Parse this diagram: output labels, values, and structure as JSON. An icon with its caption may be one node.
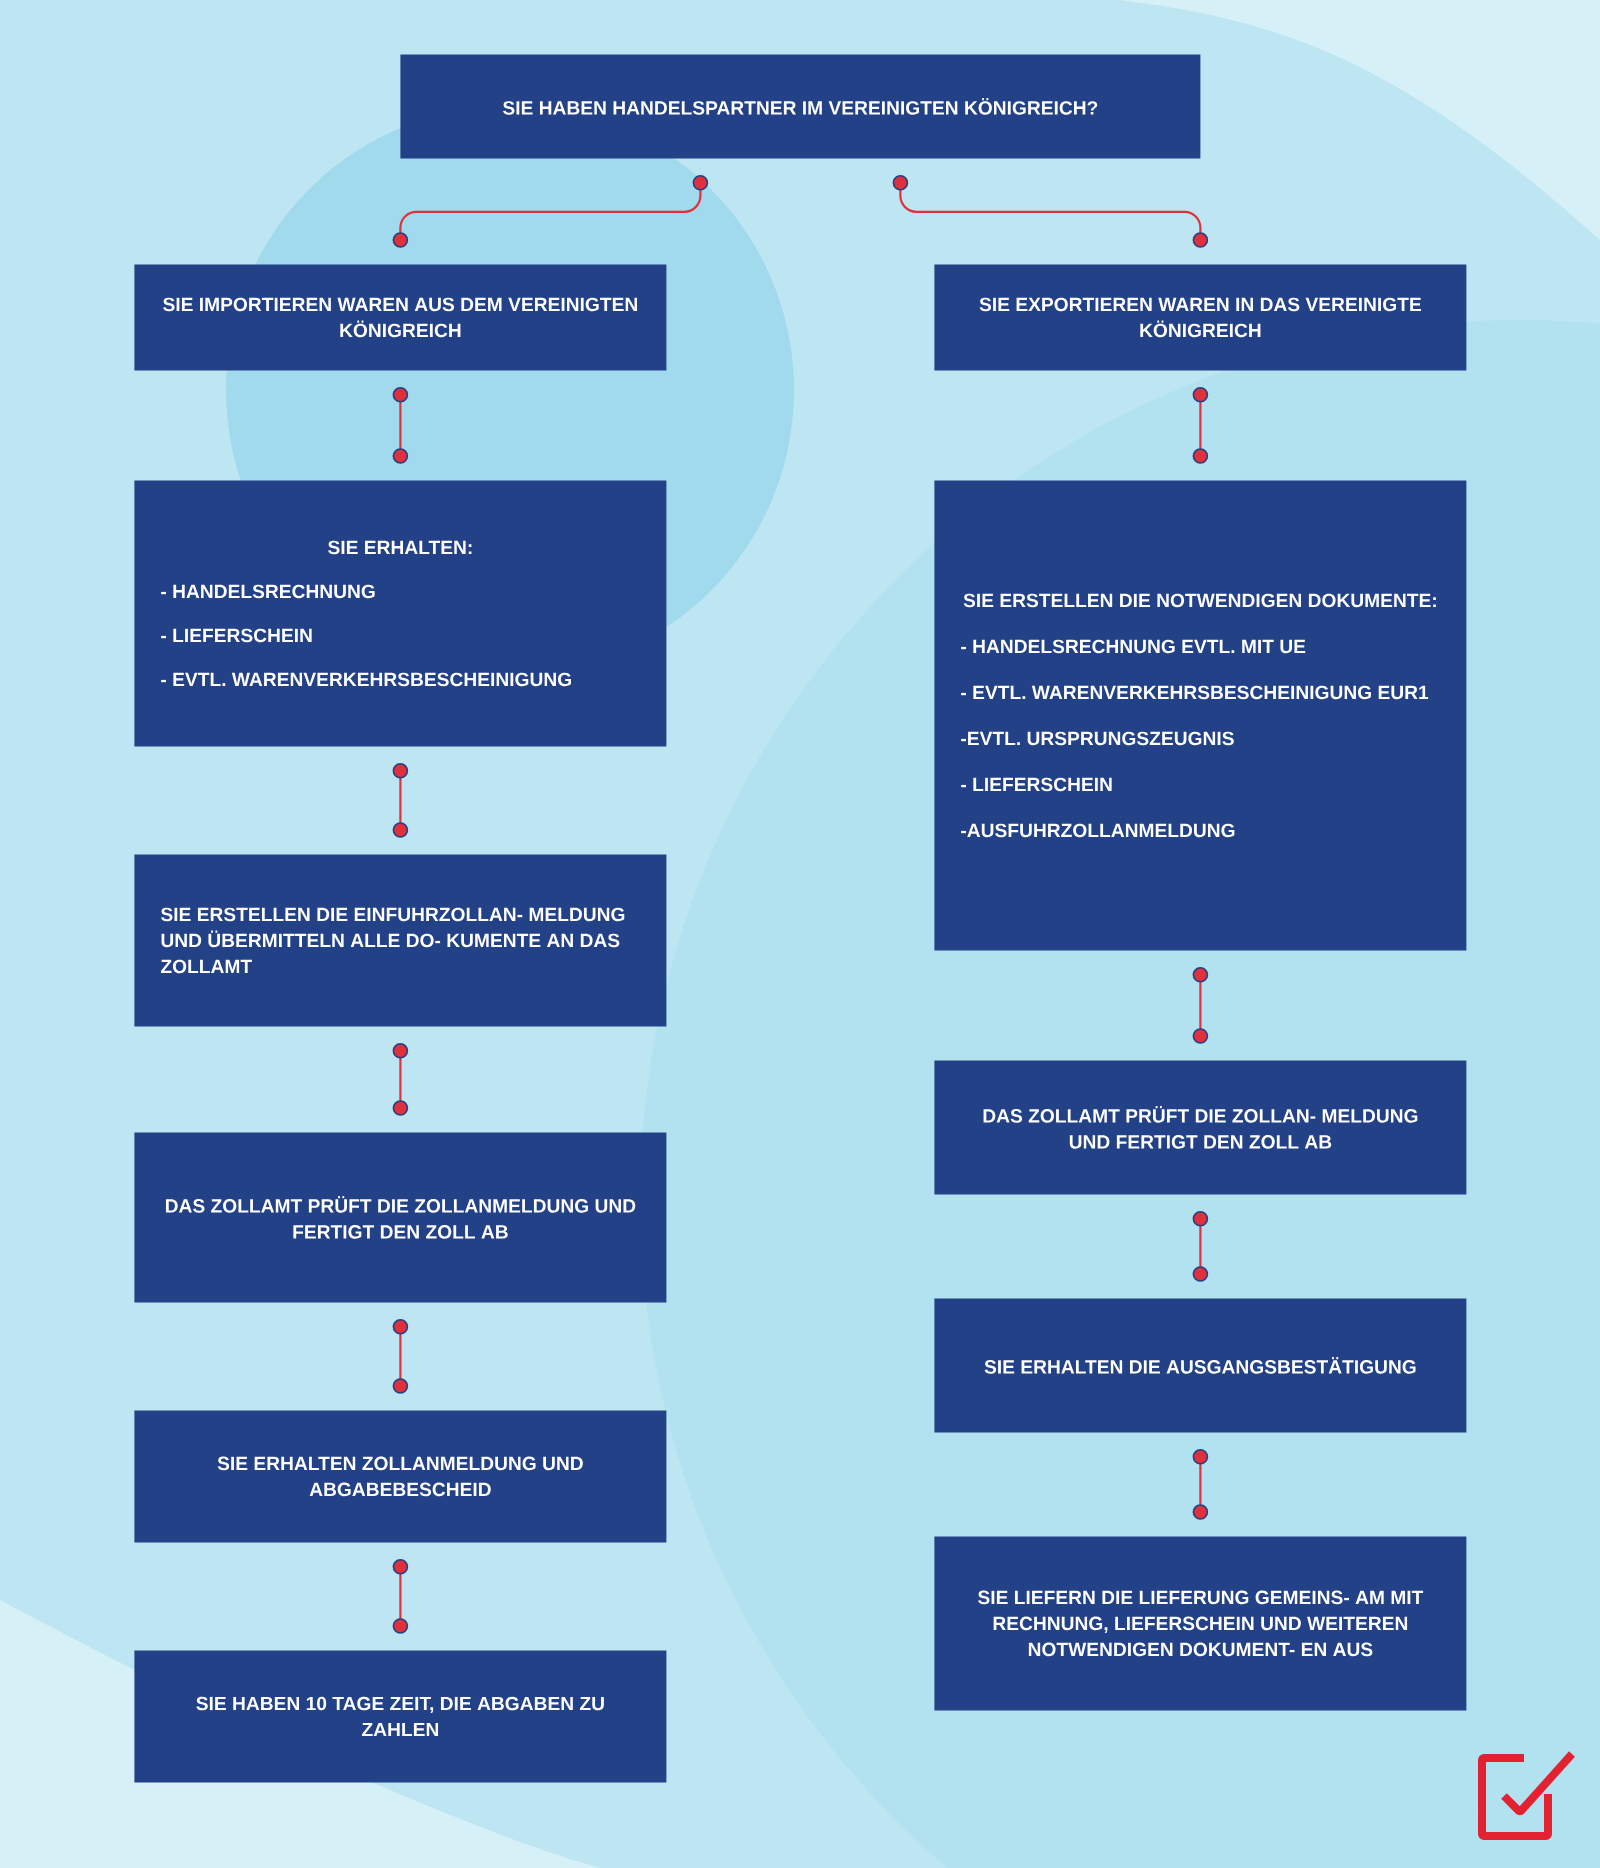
{
  "diagram": {
    "nodes": [
      {
        "text": [
          "SIE HABEN HANDELSPARTNER IM VEREINIGTEN KÖNIGREICH?"
        ]
      },
      {
        "text": [
          "SIE IMPORTIEREN WAREN AUS DEM VEREINIGTEN KÖNIGREICH"
        ]
      },
      {
        "text": [
          "SIE EXPORTIEREN WAREN IN DAS VEREINIGTE KÖNIGREICH"
        ]
      },
      {
        "text": [
          "SIE ERHALTEN:",
          "- HANDELSRECHNUNG",
          "- LIEFERSCHEIN",
          "- EVTL. WARENVERKEHRSBESCHEINIGUNG"
        ]
      },
      {
        "text": [
          "SIE ERSTELLEN DIE EINFUHRZOLLAN- MELDUNG UND ÜBERMITTELN ALLE DO- KUMENTE AN DAS ZOLLAMT"
        ]
      },
      {
        "text": [
          "DAS ZOLLAMT PRÜFT DIE ZOLLANMELDUNG UND FERTIGT DEN ZOLL AB"
        ]
      },
      {
        "text": [
          "SIE ERHALTEN ZOLLANMELDUNG UND ABGABEBESCHEID"
        ]
      },
      {
        "text": [
          "SIE HABEN 10 TAGE ZEIT, DIE ABGABEN ZU ZAHLEN"
        ]
      },
      {
        "text": [
          "SIE ERSTELLEN DIE NOTWENDIGEN DOKUMENTE:",
          "- HANDELSRECHNUNG EVTL. MIT UE",
          "- EVTL. WARENVERKEHRSBESCHEINIGUNG EUR1",
          "-EVTL. URSPRUNGSZEUGNIS",
          "- LIEFERSCHEIN",
          "-AUSFUHRZOLLANMELDUNG"
        ]
      },
      {
        "text": [
          "DAS ZOLLAMT PRÜFT DIE ZOLLAN- MELDUNG UND FERTIGT DEN ZOLL AB"
        ]
      },
      {
        "text": [
          "SIE ERHALTEN DIE AUSGANGSBESTÄTIGUNG"
        ]
      },
      {
        "text": [
          "SIE LIEFERN DIE LIEFERUNG GEMEINS- AM MIT RECHNUNG, LIEFERSCHEIN UND WEITEREN NOTWENDIGEN DOKUMENT- EN AUS"
        ]
      }
    ],
    "edges": [
      {
        "from": 0,
        "to": 1,
        "arrow": "other"
      },
      {
        "from": 0,
        "to": 2,
        "arrow": "other"
      },
      {
        "from": 1,
        "to": 3,
        "arrow": "other"
      },
      {
        "from": 3,
        "to": 4,
        "arrow": "other"
      },
      {
        "from": 4,
        "to": 5,
        "arrow": "other"
      },
      {
        "from": 5,
        "to": 6,
        "arrow": "other"
      },
      {
        "from": 6,
        "to": 7,
        "arrow": "other"
      },
      {
        "from": 2,
        "to": 8,
        "arrow": "other"
      },
      {
        "from": 8,
        "to": 9,
        "arrow": "other"
      },
      {
        "from": 9,
        "to": 10,
        "arrow": "other"
      },
      {
        "from": 10,
        "to": 11,
        "arrow": "other"
      }
    ]
  }
}
